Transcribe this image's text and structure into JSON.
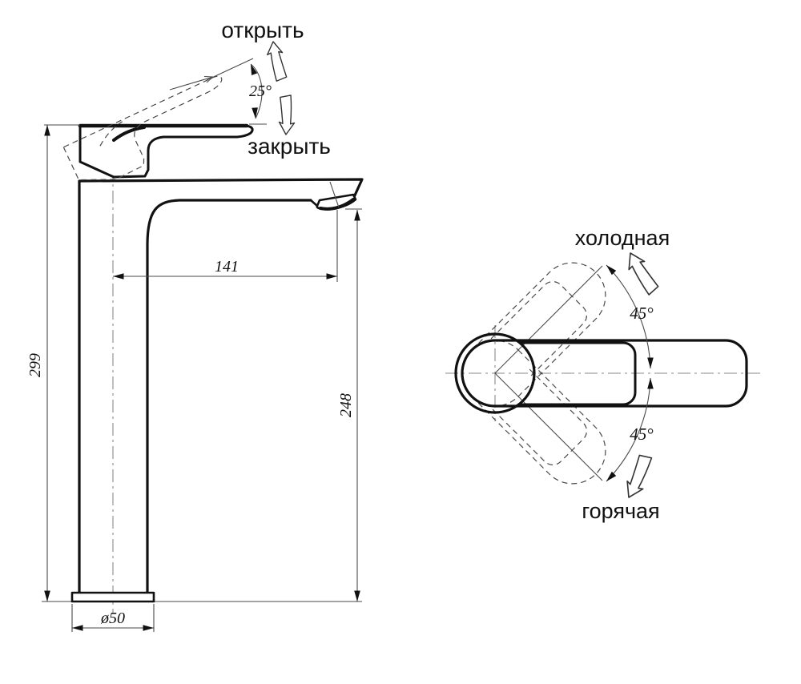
{
  "side_view": {
    "open_label": "открыть",
    "close_label": "закрыть",
    "lever_angle": "25°",
    "spout_reach": "141",
    "total_height": "299",
    "spout_height": "248",
    "base_diameter": "ø50"
  },
  "top_view": {
    "cold_label": "холодная",
    "hot_label": "горячая",
    "cold_angle": "45°",
    "hot_angle": "45°"
  },
  "colors": {
    "outline": "#111111",
    "thin_line": "#4a4a4a",
    "centerline": "#8a8a8a",
    "background": "#ffffff"
  }
}
